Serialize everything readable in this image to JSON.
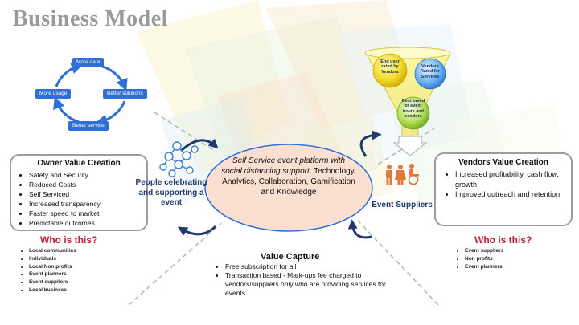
{
  "title": "Business Model",
  "cycle": {
    "top": "More data",
    "left": "More usage",
    "right": "Better solutions",
    "bottom": "Better service"
  },
  "owner_box": {
    "title": "Owner Value Creation",
    "items": [
      "Safety and Security",
      "Reduced Costs",
      "Self Serviced",
      "Increased transparency",
      "Faster speed to market",
      "Predictable outcomes"
    ]
  },
  "owner_who": {
    "title": "Who is this?",
    "items": [
      "Local communities",
      "Individuals",
      "Local Non profits",
      "Event planners",
      "Event suppliers",
      "Local business"
    ]
  },
  "people_label": "People celebrating and supporting a event",
  "center": {
    "italic": "Self Service event platform with social distancing support",
    "rest": ". Technology, Analytics, Collaboration, Gamification and Knowledge"
  },
  "suppliers_label": "Event Suppliers",
  "funnel": {
    "bubble_left": "End user rated by Vendors",
    "bubble_right": "Vendors Rated for Services",
    "bubble_bottom": "Best breed of event hosts and vendors"
  },
  "vendors_box": {
    "title": "Vendors Value Creation",
    "items": [
      "Increased profitability, cash flow, growth",
      "Improved outreach and retention"
    ]
  },
  "vendors_who": {
    "title": "Who is this?",
    "items": [
      "Event suppliers",
      "Non profits",
      "Event planners"
    ]
  },
  "value_capture": {
    "title": "Value Capture",
    "items": [
      "Free subscription for all",
      "Transaction based - Mark-ups fee charged to vendors/suppliers only who are  providing services for events"
    ]
  },
  "colors": {
    "cycle_blue": "#2f6fd6",
    "accent_red": "#c0213a",
    "ellipse_fill": "#fbe0d2",
    "ellipse_stroke": "#2f6fd6",
    "arrow_navy": "#1f3b6e",
    "people_icon": "#3a7fd0",
    "suppliers_icon": "#e07a3a"
  }
}
